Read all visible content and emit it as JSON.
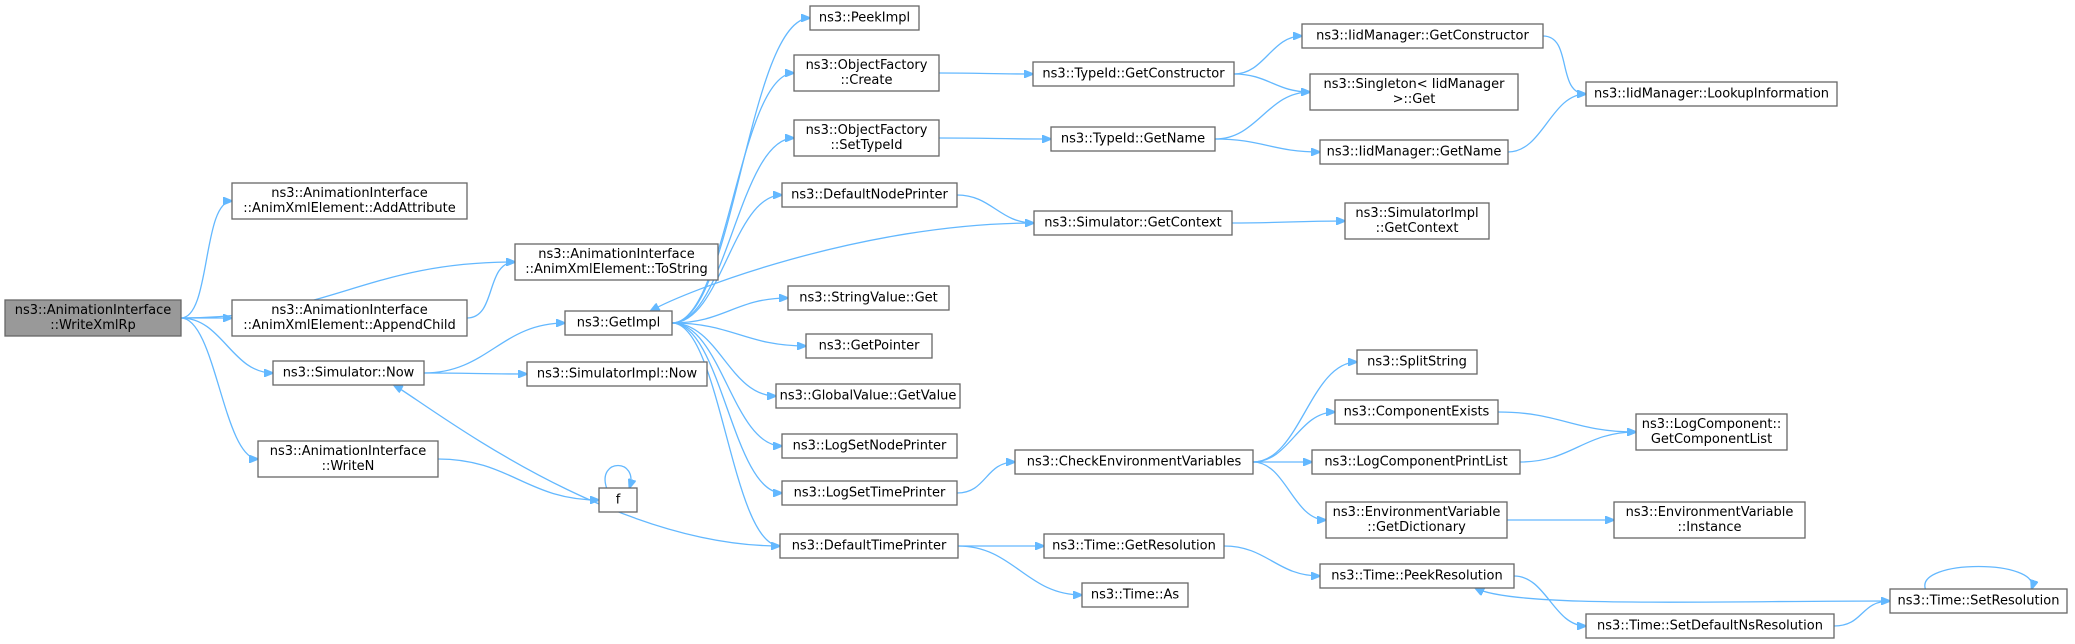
{
  "graph": {
    "root": "writexmlrp",
    "colors": {
      "edge": "#63b8ff",
      "node_border": "#666666",
      "node_fill": "#ffffff",
      "root_fill": "#999999"
    },
    "nodes": [
      {
        "id": "writexmlrp",
        "lines": [
          "ns3::AnimationInterface",
          "::WriteXmlRp"
        ]
      },
      {
        "id": "addattribute",
        "lines": [
          "ns3::AnimationInterface",
          "::AnimXmlElement::AddAttribute"
        ]
      },
      {
        "id": "tostring",
        "lines": [
          "ns3::AnimationInterface",
          "::AnimXmlElement::ToString"
        ]
      },
      {
        "id": "appendchild",
        "lines": [
          "ns3::AnimationInterface",
          "::AnimXmlElement::AppendChild"
        ]
      },
      {
        "id": "simnow",
        "lines": [
          "ns3::Simulator::Now"
        ]
      },
      {
        "id": "writen",
        "lines": [
          "ns3::AnimationInterface",
          "::WriteN"
        ]
      },
      {
        "id": "f",
        "lines": [
          "f"
        ]
      },
      {
        "id": "getimpl",
        "lines": [
          "ns3::GetImpl"
        ]
      },
      {
        "id": "simimplnow",
        "lines": [
          "ns3::SimulatorImpl::Now"
        ]
      },
      {
        "id": "peekimpl",
        "lines": [
          "ns3::PeekImpl"
        ]
      },
      {
        "id": "ofcreate",
        "lines": [
          "ns3::ObjectFactory",
          "::Create"
        ]
      },
      {
        "id": "ofsettypeid",
        "lines": [
          "ns3::ObjectFactory",
          "::SetTypeId"
        ]
      },
      {
        "id": "defaultnodeprinter",
        "lines": [
          "ns3::DefaultNodePrinter"
        ]
      },
      {
        "id": "stringvalueget",
        "lines": [
          "ns3::StringValue::Get"
        ]
      },
      {
        "id": "getpointer",
        "lines": [
          "ns3::GetPointer"
        ]
      },
      {
        "id": "globalvaluegetvalue",
        "lines": [
          "ns3::GlobalValue::GetValue"
        ]
      },
      {
        "id": "logsetnodeprinter",
        "lines": [
          "ns3::LogSetNodePrinter"
        ]
      },
      {
        "id": "logsettimeprinter",
        "lines": [
          "ns3::LogSetTimePrinter"
        ]
      },
      {
        "id": "defaulttimeprinter",
        "lines": [
          "ns3::DefaultTimePrinter"
        ]
      },
      {
        "id": "typeidgetconstructor",
        "lines": [
          "ns3::TypeId::GetConstructor"
        ]
      },
      {
        "id": "typeidgetname",
        "lines": [
          "ns3::TypeId::GetName"
        ]
      },
      {
        "id": "simgetcontext",
        "lines": [
          "ns3::Simulator::GetContext"
        ]
      },
      {
        "id": "checkenvvars",
        "lines": [
          "ns3::CheckEnvironmentVariables"
        ]
      },
      {
        "id": "timegetresolution",
        "lines": [
          "ns3::Time::GetResolution"
        ]
      },
      {
        "id": "timeas",
        "lines": [
          "ns3::Time::As"
        ]
      },
      {
        "id": "iidgetconstructor",
        "lines": [
          "ns3::IidManager::GetConstructor"
        ]
      },
      {
        "id": "singletonget",
        "lines": [
          "ns3::Singleton< IidManager",
          ">::Get"
        ]
      },
      {
        "id": "iidgetname",
        "lines": [
          "ns3::IidManager::GetName"
        ]
      },
      {
        "id": "simimplgetcontext",
        "lines": [
          "ns3::SimulatorImpl",
          "::GetContext"
        ]
      },
      {
        "id": "splitstring",
        "lines": [
          "ns3::SplitString"
        ]
      },
      {
        "id": "componentexists",
        "lines": [
          "ns3::ComponentExists"
        ]
      },
      {
        "id": "logcomponentprintlist",
        "lines": [
          "ns3::LogComponentPrintList"
        ]
      },
      {
        "id": "envvargetdictionary",
        "lines": [
          "ns3::EnvironmentVariable",
          "::GetDictionary"
        ]
      },
      {
        "id": "timepeekresolution",
        "lines": [
          "ns3::Time::PeekResolution"
        ]
      },
      {
        "id": "timesetdefaultnsresolution",
        "lines": [
          "ns3::Time::SetDefaultNsResolution"
        ]
      },
      {
        "id": "iidlookupinformation",
        "lines": [
          "ns3::IidManager::LookupInformation"
        ]
      },
      {
        "id": "logcomponentgetlist",
        "lines": [
          "ns3::LogComponent::",
          "GetComponentList"
        ]
      },
      {
        "id": "envvarinstance",
        "lines": [
          "ns3::EnvironmentVariable",
          "::Instance"
        ]
      },
      {
        "id": "timesetresolution",
        "lines": [
          "ns3::Time::SetResolution"
        ]
      }
    ],
    "edges": [
      [
        "writexmlrp",
        "addattribute"
      ],
      [
        "writexmlrp",
        "tostring"
      ],
      [
        "writexmlrp",
        "appendchild"
      ],
      [
        "writexmlrp",
        "simnow"
      ],
      [
        "writexmlrp",
        "writen"
      ],
      [
        "appendchild",
        "tostring"
      ],
      [
        "simnow",
        "getimpl"
      ],
      [
        "simnow",
        "simimplnow"
      ],
      [
        "writen",
        "f"
      ],
      [
        "f",
        "f"
      ],
      [
        "getimpl",
        "peekimpl"
      ],
      [
        "getimpl",
        "ofcreate"
      ],
      [
        "getimpl",
        "ofsettypeid"
      ],
      [
        "getimpl",
        "defaultnodeprinter"
      ],
      [
        "getimpl",
        "stringvalueget"
      ],
      [
        "getimpl",
        "getpointer"
      ],
      [
        "getimpl",
        "globalvaluegetvalue"
      ],
      [
        "getimpl",
        "logsetnodeprinter"
      ],
      [
        "getimpl",
        "logsettimeprinter"
      ],
      [
        "getimpl",
        "defaulttimeprinter"
      ],
      [
        "ofcreate",
        "typeidgetconstructor"
      ],
      [
        "ofsettypeid",
        "typeidgetname"
      ],
      [
        "defaultnodeprinter",
        "simgetcontext"
      ],
      [
        "simgetcontext",
        "getimpl"
      ],
      [
        "simgetcontext",
        "simimplgetcontext"
      ],
      [
        "logsettimeprinter",
        "checkenvvars"
      ],
      [
        "defaulttimeprinter",
        "simnow"
      ],
      [
        "defaulttimeprinter",
        "timegetresolution"
      ],
      [
        "defaulttimeprinter",
        "timeas"
      ],
      [
        "typeidgetconstructor",
        "iidgetconstructor"
      ],
      [
        "typeidgetconstructor",
        "singletonget"
      ],
      [
        "typeidgetname",
        "singletonget"
      ],
      [
        "typeidgetname",
        "iidgetname"
      ],
      [
        "iidgetconstructor",
        "iidlookupinformation"
      ],
      [
        "iidgetname",
        "iidlookupinformation"
      ],
      [
        "checkenvvars",
        "splitstring"
      ],
      [
        "checkenvvars",
        "componentexists"
      ],
      [
        "checkenvvars",
        "logcomponentprintlist"
      ],
      [
        "checkenvvars",
        "envvargetdictionary"
      ],
      [
        "componentexists",
        "logcomponentgetlist"
      ],
      [
        "logcomponentprintlist",
        "logcomponentgetlist"
      ],
      [
        "envvargetdictionary",
        "envvarinstance"
      ],
      [
        "timegetresolution",
        "timepeekresolution"
      ],
      [
        "timepeekresolution",
        "timesetdefaultnsresolution"
      ],
      [
        "timesetdefaultnsresolution",
        "timesetresolution"
      ],
      [
        "timesetresolution",
        "timepeekresolution"
      ],
      [
        "timesetresolution",
        "timesetresolution"
      ]
    ]
  }
}
